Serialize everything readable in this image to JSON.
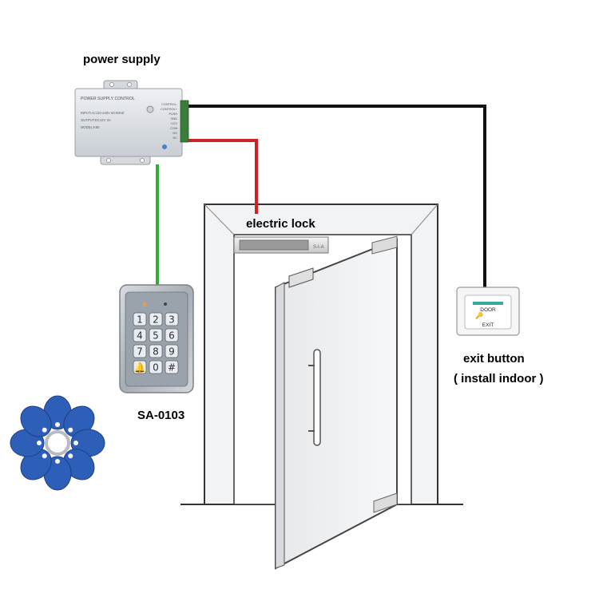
{
  "labels": {
    "power_supply": "power supply",
    "electric_lock": "electric lock",
    "exit_button": "exit button",
    "install_indoor": "( install indoor )",
    "keypad_model": "SA-0103"
  },
  "power_unit": {
    "title": "POWER SUPPLY CONTROL",
    "input": "INPUT:AC110-240V 50-60HZ",
    "output": "OUTPUT:DC12V 3A",
    "model": "MODEL:K80",
    "terminals": [
      "CONTROL-",
      "CONTROL+",
      "PUSH",
      "GND",
      "+12V",
      "COM",
      "NO",
      "NC"
    ]
  },
  "keypad": {
    "keys": [
      "1",
      "2",
      "3",
      "4",
      "5",
      "6",
      "7",
      "8",
      "9",
      "🔔",
      "0",
      "#"
    ]
  },
  "exit_plate": {
    "line1": "DOOR",
    "line2": "EXIT"
  },
  "colors": {
    "wire_black": "#111111",
    "wire_red": "#d42020",
    "wire_green": "#2fae3c",
    "fob_blue": "#2e5fb8"
  }
}
